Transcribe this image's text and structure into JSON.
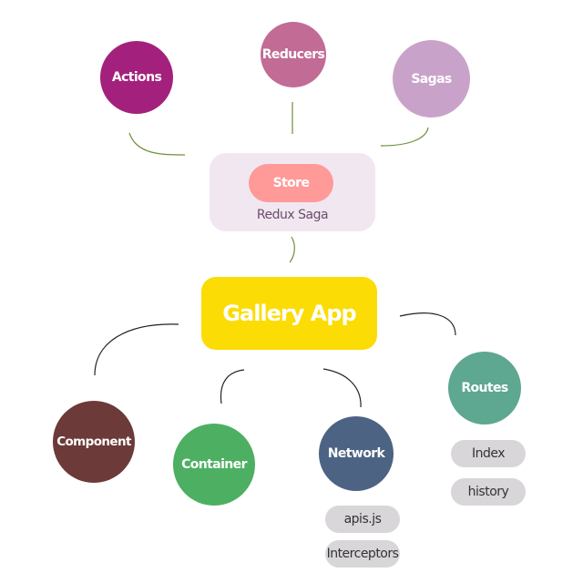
{
  "colors": {
    "actions": "#a3217c",
    "reducers": "#c16b95",
    "sagas": "#c9a2c9",
    "store_panel": "#f1e7f1",
    "store_pill": "#ff9a98",
    "app": "#fbdc04",
    "component": "#6b3a39",
    "container": "#4daf62",
    "network": "#4d6384",
    "routes": "#5ea790",
    "pill": "#d8d6d9",
    "connector": "#6f8f3a"
  },
  "top_nodes": {
    "actions": "Actions",
    "reducers": "Reducers",
    "sagas": "Sagas"
  },
  "store": {
    "label": "Store",
    "sublabel": "Redux Saga"
  },
  "app": {
    "label": "Gallery App"
  },
  "bottom_nodes": {
    "component": "Component",
    "container": "Container",
    "network": "Network",
    "routes": "Routes"
  },
  "network_items": [
    "apis.js",
    "Interceptors"
  ],
  "routes_items": [
    "Index",
    "history"
  ]
}
